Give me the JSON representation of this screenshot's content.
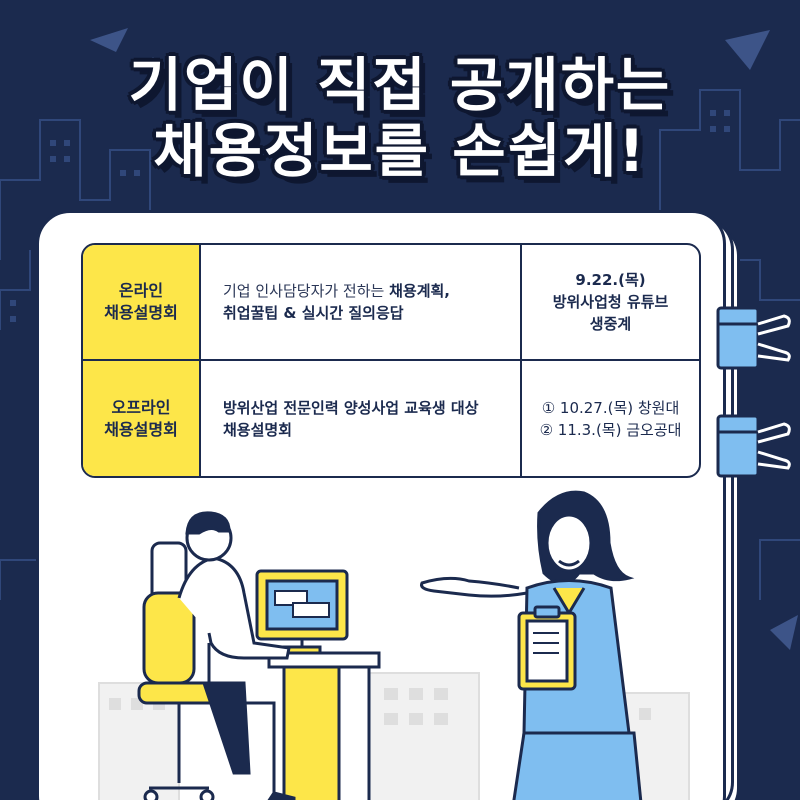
{
  "title": {
    "line1": "기업이 직접 공개하는",
    "line2": "채용정보를 손쉽게!"
  },
  "table": {
    "rows": [
      {
        "label_line1": "온라인",
        "label_line2": "채용설명회",
        "desc_light": "기업 인사담당자가 전하는 ",
        "desc_bold1": "채용계획,",
        "desc_bold2": "취업꿀팁 & 실시간 질의응답",
        "when_line1": "9.22.(목)",
        "when_line2": "방위사업청 유튜브",
        "when_line3": "생중계"
      },
      {
        "label_line1": "오프라인",
        "label_line2": "채용설명회",
        "desc_line1": "방위산업 전문인력 양성사업 교육생 대상",
        "desc_line2": "채용설명회",
        "when_line1": "① 10.27.(목) 창원대",
        "when_line2": "② 11.3.(목) 금오공대"
      }
    ]
  },
  "colors": {
    "background": "#1b2a4e",
    "accent_yellow": "#fde649",
    "accent_blue": "#7fbef0",
    "paper": "#ffffff"
  },
  "icons": [
    "binder-clip-icon",
    "binder-clip-icon",
    "paper-plane-icon",
    "paper-plane-icon"
  ]
}
